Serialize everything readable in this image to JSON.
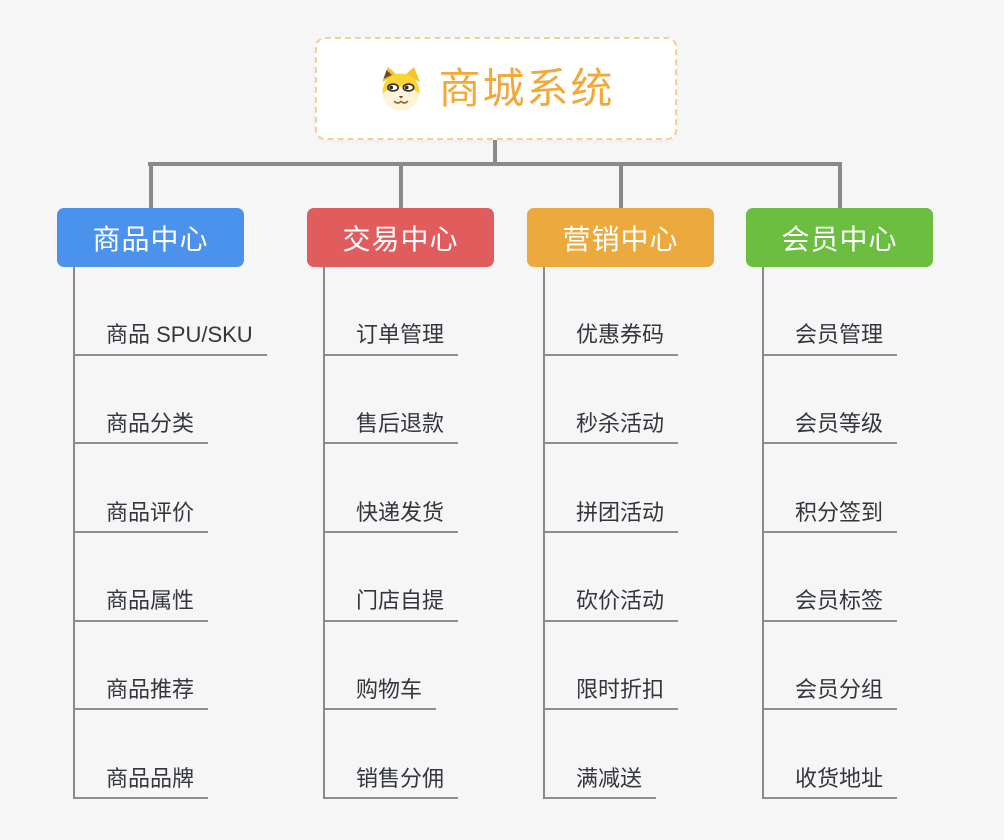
{
  "root": {
    "title": "商城系统",
    "icon": "doge-icon",
    "accent_color": "#f2a93b",
    "border_color": "#f6cf95"
  },
  "connector_color": "#8a8a8a",
  "background_color": "#f6f6f6",
  "branches": [
    {
      "label": "商品中心",
      "color": "#4b92ec",
      "children": [
        "商品 SPU/SKU",
        "商品分类",
        "商品评价",
        "商品属性",
        "商品推荐",
        "商品品牌"
      ]
    },
    {
      "label": "交易中心",
      "color": "#e15c5c",
      "children": [
        "订单管理",
        "售后退款",
        "快递发货",
        "门店自提",
        "购物车",
        "销售分佣"
      ]
    },
    {
      "label": "营销中心",
      "color": "#ebA93e",
      "children": [
        "优惠券码",
        "秒杀活动",
        "拼团活动",
        "砍价活动",
        "限时折扣",
        "满减送"
      ]
    },
    {
      "label": "会员中心",
      "color": "#6cbe40",
      "children": [
        "会员管理",
        "会员等级",
        "积分签到",
        "会员标签",
        "会员分组",
        "收货地址"
      ]
    }
  ]
}
